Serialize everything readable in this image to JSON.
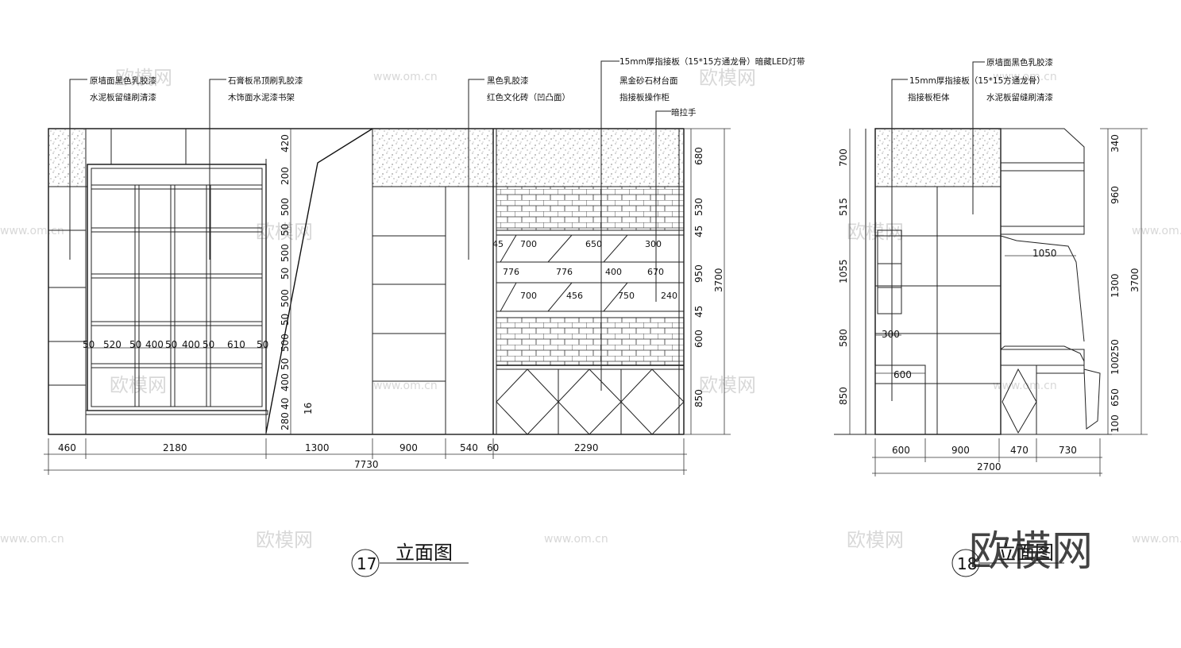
{
  "elevation17": {
    "annotations": [
      "原墙面黑色乳胶漆",
      "水泥板留缝刷清漆",
      "石膏板吊顶刷乳胶漆",
      "木饰面水泥漆书架",
      "黑色乳胶漆",
      "红色文化砖（凹凸面）",
      "15mm厚指接板（15*15方通龙骨）暗藏LED灯带",
      "黑金砂石材台面",
      "指接板操作柜",
      "暗拉手"
    ],
    "bottom_dims": [
      "460",
      "2180",
      "1300",
      "900",
      "540",
      "60",
      "2290"
    ],
    "total": "7730",
    "shelf_dims": [
      "50",
      "520",
      "50",
      "400",
      "50",
      "400",
      "50",
      "610",
      "50"
    ],
    "vertical_dims_left": [
      "420",
      "200",
      "500",
      "50",
      "500",
      "50",
      "500",
      "50",
      "500",
      "50",
      "400",
      "40",
      "280",
      "16"
    ],
    "vertical_dims_right": [
      "680",
      "530",
      "45",
      "950",
      "45",
      "600",
      "850"
    ],
    "height_total": "3700",
    "counter_dims": [
      "45",
      "700",
      "650",
      "300",
      "776",
      "400",
      "670",
      "700",
      "456",
      "750",
      "240"
    ],
    "label": {
      "number": "17",
      "title": "立面图"
    }
  },
  "elevation18": {
    "annotations": [
      "原墙面黑色乳胶漆",
      "15mm厚指接板（15*15方通龙骨）",
      "指接板柜体",
      "水泥板留缝刷清漆"
    ],
    "left_dims": [
      "700",
      "515",
      "1055",
      "580",
      "850"
    ],
    "inner_dims": [
      "1050",
      "300",
      "600"
    ],
    "right_dims": [
      "340",
      "960",
      "1300",
      "250",
      "100",
      "650",
      "100"
    ],
    "height_total": "3700",
    "bottom_dims": [
      "600",
      "900",
      "470",
      "730"
    ],
    "total": "2700",
    "label": {
      "number": "18",
      "title": "立面图"
    }
  },
  "watermarks": {
    "brand": "欧模网",
    "url": "www.om.cn"
  }
}
